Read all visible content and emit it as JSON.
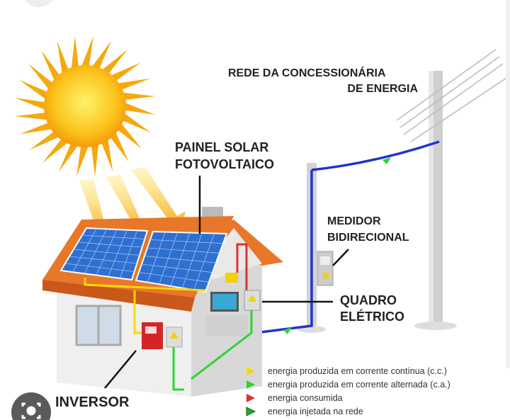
{
  "labels": {
    "grid_line1": "REDE DA CONCESSIONÁRIA",
    "grid_line2": "DE ENERGIA",
    "panel_line1": "PAINEL SOLAR",
    "panel_line2": "FOTOVOLTAICO",
    "meter_line1": "MEDIDOR",
    "meter_line2": "BIDIRECIONAL",
    "board_line1": "QUADRO",
    "board_line2": "ELÉTRICO",
    "inverter": "INVERSOR"
  },
  "legend": [
    {
      "text": "energia produzida em corrente contínua (c.c.)",
      "color": "#f5d90a"
    },
    {
      "text": "energia produzida em corrente alternada (c.a.)",
      "color": "#2fd42f"
    },
    {
      "text": "energia consumida",
      "color": "#e03030"
    },
    {
      "text": "energia injetada na rede",
      "color": "#1faa3a"
    }
  ],
  "colors": {
    "roof": "#e8772a",
    "panel": "#2f6fd0",
    "sun": "#f9b20c",
    "dc_line": "#f5d90a",
    "ac_line": "#2fd42f",
    "consumed_line": "#e03030",
    "grid_line": "#2233cc"
  }
}
